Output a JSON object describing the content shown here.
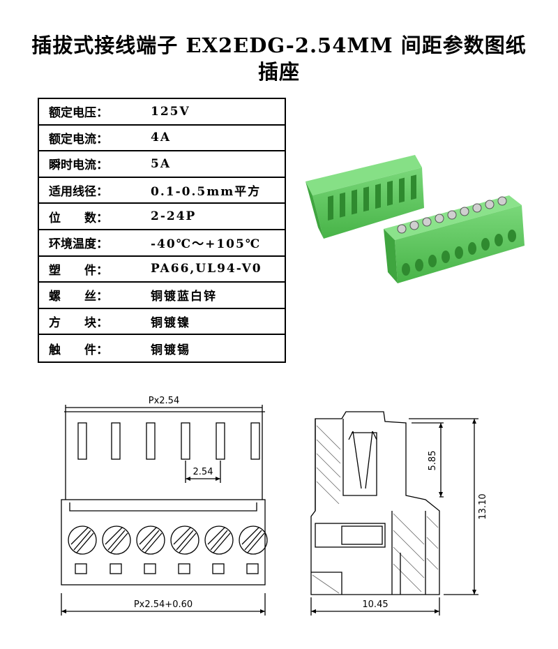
{
  "title_line1": "插拔式接线端子 EX2EDG-2.54MM 间距参数图纸",
  "title_line2": "插座",
  "specs": [
    {
      "k": "额定电压：",
      "v": "125V"
    },
    {
      "k": "额定电流：",
      "v": "4A"
    },
    {
      "k": "瞬时电流：",
      "v": "5A"
    },
    {
      "k": "适用线径：",
      "v": "0.1-0.5mm平方"
    },
    {
      "k": "位　　数：",
      "v": "2-24P"
    },
    {
      "k": "环境温度：",
      "v": "-40℃～+105℃"
    },
    {
      "k": "塑　　件：",
      "v": "PA66,UL94-V0"
    },
    {
      "k": "螺　　丝：",
      "v": "铜镀蓝白锌"
    },
    {
      "k": "方　　块：",
      "v": "铜镀镍"
    },
    {
      "k": "触　　件：",
      "v": "铜镀锡"
    }
  ],
  "dims": {
    "top_pitch": "Px2.54",
    "pitch": "2.54",
    "bottom_width": "Px2.54+0.60",
    "side_width": "10.45",
    "upper_height": "5.85",
    "total_height": "13.10"
  },
  "colors": {
    "connector_green": "#5ec95e",
    "connector_dark": "#3e9e3e"
  }
}
